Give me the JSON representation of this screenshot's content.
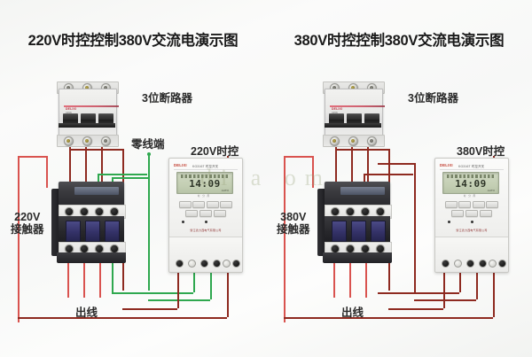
{
  "image": {
    "watermark": "di a om",
    "background": "#f6f7f5"
  },
  "colors": {
    "live_wire": "#b32b22",
    "neutral_wire": "#2fa84f",
    "title_text": "#1a1a1a",
    "label_text": "#2a2a2a"
  },
  "panels": [
    {
      "id": "left",
      "title": "220V时控控制380V交流电演示图",
      "breaker_label": "3位断路器",
      "neutral_label": "零线端",
      "timer_label": "220V时控",
      "contactor_label_line1": "220V",
      "contactor_label_line2": "接触器",
      "output_label": "出线",
      "timer": {
        "brand": "DELIXI",
        "model": "KG316T 时控开关",
        "display_time": "14:09",
        "display_small": "AUTO",
        "sub_row": "时 分 周",
        "buttons": [
          "取消",
          "校时",
          "定时",
          "时钟"
        ],
        "led_labels": [
          "自动",
          "手动"
        ],
        "footer": "浙江德力西电气有限公司"
      },
      "contactor": {
        "brand": "DELIXI",
        "poles": 4
      },
      "breaker": {
        "brand": "DELIXI",
        "model": "C45N",
        "poles": 3
      }
    },
    {
      "id": "right",
      "title": "380V时控控制380V交流电演示图",
      "breaker_label": "3位断路器",
      "neutral_label": "",
      "timer_label": "380V时控",
      "contactor_label_line1": "380V",
      "contactor_label_line2": "接触器",
      "output_label": "出线",
      "timer": {
        "brand": "DELIXI",
        "model": "KG316T 时控开关",
        "display_time": "14:09",
        "display_small": "AUTO",
        "sub_row": "时 分 周",
        "buttons": [
          "取消",
          "校时",
          "定时",
          "时钟"
        ],
        "led_labels": [
          "自动",
          "手动"
        ],
        "footer": "浙江德力西电气有限公司"
      },
      "contactor": {
        "brand": "DELIXI",
        "poles": 4
      },
      "breaker": {
        "brand": "DELIXI",
        "model": "C45N",
        "poles": 3
      }
    }
  ]
}
